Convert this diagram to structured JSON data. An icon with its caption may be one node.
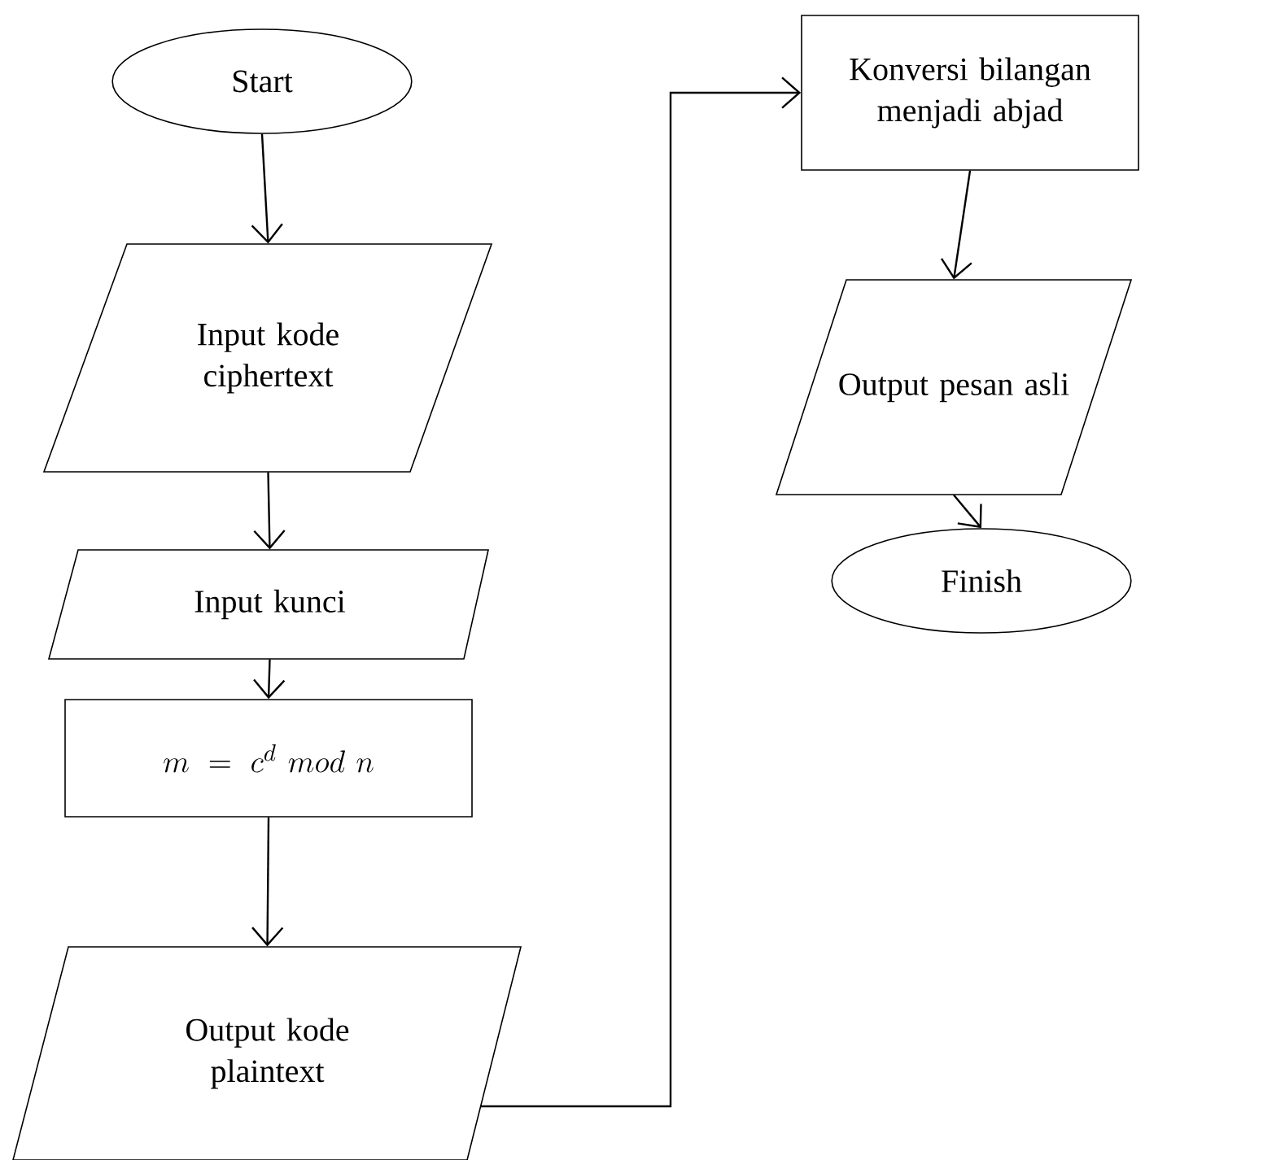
{
  "diagram": {
    "nodes": [
      {
        "text": [
          "Start"
        ]
      },
      {
        "text": [
          "Input kode ciphertext"
        ]
      },
      {
        "text": [
          "Input kunci"
        ]
      },
      {
        "text": [
          "m = c^{d}\\ mod\\ n"
        ]
      },
      {
        "text": [
          "Output kode plaintext"
        ]
      },
      {
        "text": [
          "Konversi bilangan menjadi abjad"
        ]
      },
      {
        "text": [
          "Output pesan asli"
        ]
      },
      {
        "text": [
          "Finish"
        ]
      }
    ],
    "edges": [
      {
        "from": 0,
        "to": 1,
        "arrow": "to"
      },
      {
        "from": 1,
        "to": 2,
        "arrow": "to"
      },
      {
        "from": 2,
        "to": 3,
        "arrow": "to"
      },
      {
        "from": 3,
        "to": 4,
        "arrow": "to"
      },
      {
        "from": 4,
        "to": 5,
        "arrow": "to"
      },
      {
        "from": 5,
        "to": 6,
        "arrow": "to"
      },
      {
        "from": 6,
        "to": 7,
        "arrow": "to"
      }
    ]
  }
}
